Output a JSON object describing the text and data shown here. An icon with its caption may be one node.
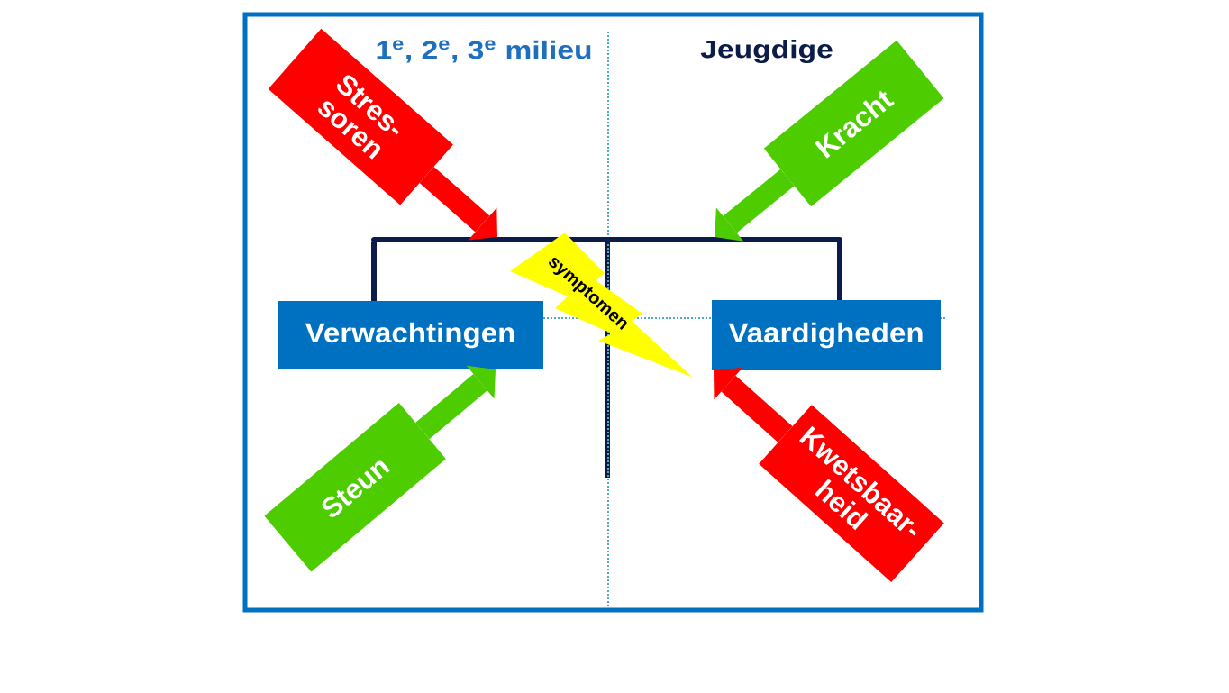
{
  "diagram": {
    "nodes": [
      {
        "text": [
          "Stres- soren"
        ]
      },
      {
        "text": [
          "Kracht"
        ]
      },
      {
        "text": [],
        "shape": "bar"
      },
      {
        "text": [
          "Verwachtingen"
        ]
      },
      {
        "text": [
          "symptomen"
        ]
      },
      {
        "text": [
          "Vaardigheden"
        ]
      },
      {
        "text": [
          "Steun"
        ]
      },
      {
        "text": [
          "Kwetsbaar- heid"
        ]
      }
    ],
    "edges": [
      {
        "from": 0,
        "to": 2,
        "arrow": "to",
        "color": "#ff0000"
      },
      {
        "from": 1,
        "to": 2,
        "arrow": "to",
        "color": "#4dcc00"
      },
      {
        "from": 2,
        "to": 3,
        "arrow": "none",
        "color": "#0b1c4a"
      },
      {
        "from": 2,
        "to": 5,
        "arrow": "none",
        "color": "#0b1c4a"
      },
      {
        "from": 6,
        "to": 3,
        "arrow": "to",
        "color": "#4dcc00"
      },
      {
        "from": 7,
        "to": 5,
        "arrow": "to",
        "color": "#ff0000"
      }
    ],
    "labels": [
      "1$^{e}$, 2$^{e}$, 3$^{e}$ milieu",
      "Jeugdige"
    ]
  }
}
